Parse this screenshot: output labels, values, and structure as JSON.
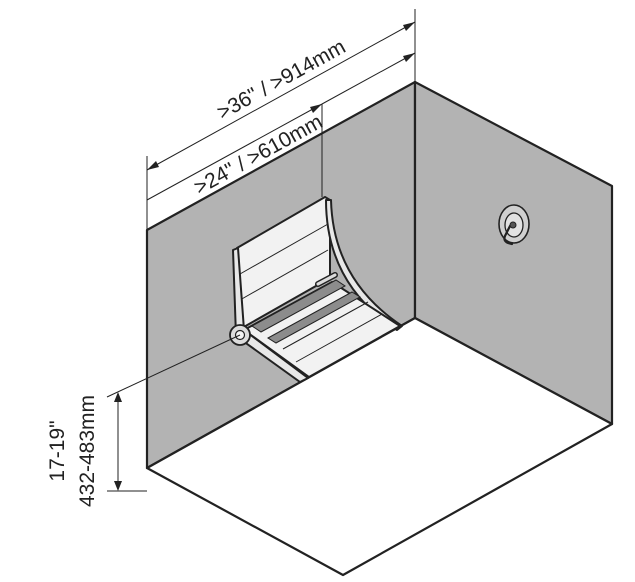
{
  "dimensions": {
    "outer_width": ">36\" / >914mm",
    "seat_width": ">24\" / >610mm",
    "seat_height_in": "17-19\"",
    "seat_height_mm": "432-483mm"
  },
  "colors": {
    "wall": "#b3b3b3",
    "floor": "#ffffff",
    "outline": "#222222",
    "seat_panel": "#f2f2f2",
    "seat_slot": "#8c8c8c"
  },
  "icons": {
    "shower_valve": "shower-valve-icon",
    "seat": "folding-shower-seat-icon"
  }
}
